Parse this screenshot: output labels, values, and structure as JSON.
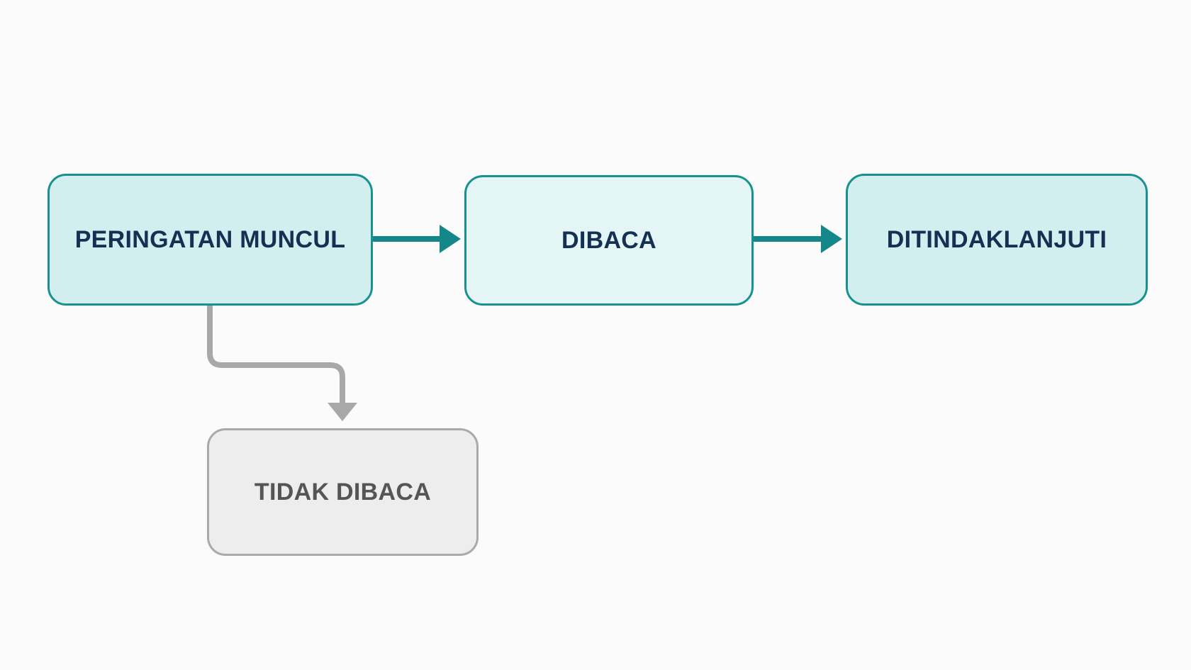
{
  "nodes": {
    "alert_shown": "PERINGATAN MUNCUL",
    "read": "DIBACA",
    "acted_upon": "DITINDAKLANJUTI",
    "not_read": "TIDAK DIBACA"
  },
  "edges": [
    {
      "from": "alert_shown",
      "to": "read",
      "style": "solid-teal"
    },
    {
      "from": "read",
      "to": "acted_upon",
      "style": "solid-teal"
    },
    {
      "from": "alert_shown",
      "to": "not_read",
      "style": "solid-gray"
    }
  ],
  "colors": {
    "node_fill": "#d2eeef",
    "node_fill_light": "#e3f5f5",
    "node_border": "#17928f",
    "node_text": "#143052",
    "arrow_primary": "#13878a",
    "unread_fill": "#ededed",
    "unread_border": "#a9a9a9",
    "unread_text": "#555555",
    "arrow_secondary": "#a8a8a8",
    "background": "#fbfbfb"
  }
}
